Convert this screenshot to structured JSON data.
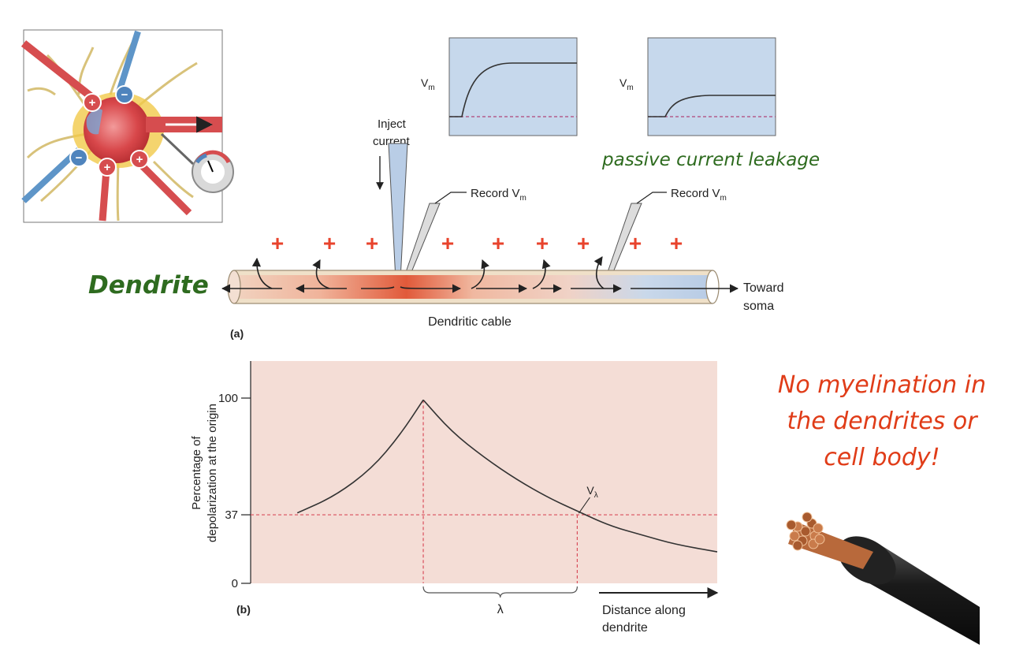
{
  "labels": {
    "inject_line1": "Inject",
    "inject_line2": "current",
    "record_1": "Record V",
    "record_2": "Record V",
    "record_sub": "m",
    "vm_1": "V",
    "vm_2": "V",
    "vm_sub": "m",
    "dendrite": "Dendrite",
    "toward_line1": "Toward",
    "toward_line2": "soma",
    "cable": "Dendritic cable",
    "panel_a": "(a)",
    "panel_b": "(b)",
    "passive_leak": "passive current leakage",
    "myelin_line1": "No myelination in",
    "myelin_line2": "the dendrites or",
    "myelin_line3": "cell body!",
    "neuron_plus": "+",
    "neuron_minus": "−"
  },
  "charges": {
    "symbol": "+",
    "count": 9,
    "color": "#e8432c"
  },
  "chart_data": {
    "type": "line",
    "title": "",
    "ylabel": "Percentage of depolarization at the origin",
    "xlabel": "Distance along dendrite",
    "yticks": [
      0,
      37,
      100
    ],
    "ylim": [
      0,
      120
    ],
    "xlim": [
      0,
      1
    ],
    "lambda_label": "λ",
    "v_lambda_label": "V",
    "v_lambda_sub": "λ",
    "series": [
      {
        "x": [
          0.1,
          0.18,
          0.26,
          0.32,
          0.37
        ],
        "y": [
          38,
          47,
          62,
          80,
          99
        ]
      },
      {
        "x": [
          0.37,
          0.43,
          0.5,
          0.57,
          0.64,
          0.7,
          0.77,
          0.84,
          0.91,
          1.0
        ],
        "y": [
          99,
          82,
          68,
          56,
          46,
          39,
          31,
          26,
          21,
          17
        ]
      }
    ],
    "reference_y": 37,
    "peak_x": 0.37,
    "lambda_x": 0.7,
    "colors": {
      "background": "#f4ddd6",
      "curve": "#333333",
      "guide": "#d94f5c"
    }
  },
  "colors": {
    "inset_bg": "#c6d8ec",
    "cable_red": "#e06a4a",
    "cable_blue": "#b9cde6",
    "dendrite_green": "#2e6b1f",
    "note_red": "#e03c18",
    "copper": "#b8693b"
  }
}
